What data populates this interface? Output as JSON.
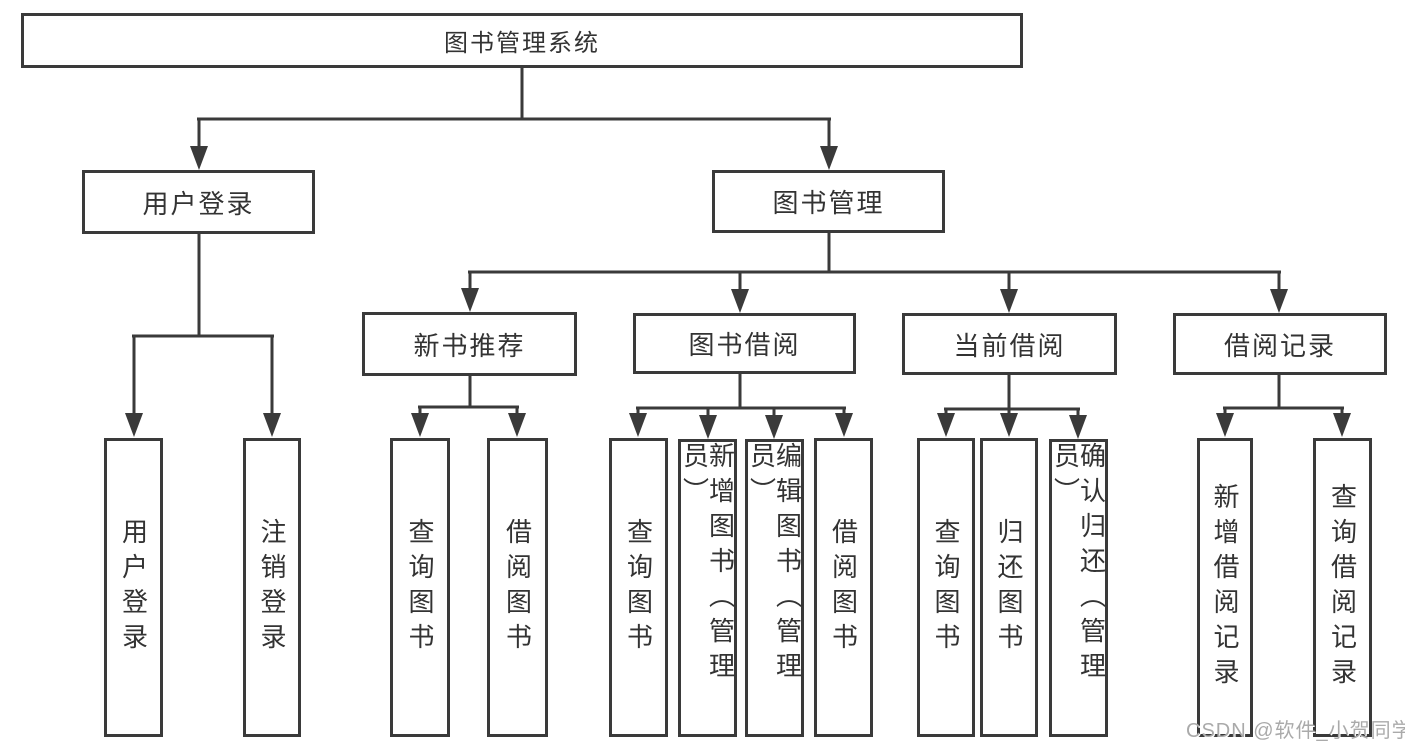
{
  "diagram_type": "function-structure-tree",
  "colors": {
    "line": "#3a3a3a",
    "box_border": "#3a3a3a",
    "box_fill": "#ffffff",
    "text": "#333333",
    "watermark_text_color": "#aaaaaa",
    "background": "#ffffff"
  },
  "tree": {
    "root": {
      "label": "图书管理系统",
      "children": [
        {
          "label": "用户登录",
          "children": [
            {
              "label": "用户登录"
            },
            {
              "label": "注销登录"
            }
          ]
        },
        {
          "label": "图书管理",
          "children": [
            {
              "label": "新书推荐",
              "children": [
                {
                  "label": "查询图书"
                },
                {
                  "label": "借阅图书"
                }
              ]
            },
            {
              "label": "图书借阅",
              "children": [
                {
                  "label": "查询图书"
                },
                {
                  "label": "新增图书（管理员）"
                },
                {
                  "label": "编辑图书（管理员）"
                },
                {
                  "label": "借阅图书"
                }
              ]
            },
            {
              "label": "当前借阅",
              "children": [
                {
                  "label": "查询图书"
                },
                {
                  "label": "归还图书"
                },
                {
                  "label": "确认归还（管理员）"
                }
              ]
            },
            {
              "label": "借阅记录",
              "children": [
                {
                  "label": "新增借阅记录"
                },
                {
                  "label": "查询借阅记录"
                }
              ]
            }
          ]
        }
      ]
    }
  },
  "watermark": {
    "text": "CSDN @软件_小贺同学"
  }
}
